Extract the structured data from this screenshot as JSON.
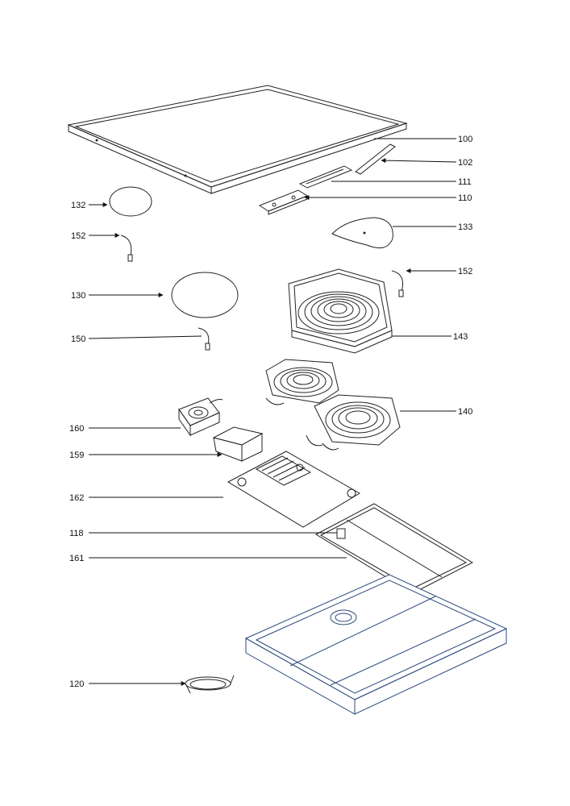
{
  "callouts": [
    {
      "id": "c100",
      "text": "100"
    },
    {
      "id": "c102",
      "text": "102"
    },
    {
      "id": "c111",
      "text": "111"
    },
    {
      "id": "c110",
      "text": "110"
    },
    {
      "id": "c133",
      "text": "133"
    },
    {
      "id": "c132",
      "text": "132"
    },
    {
      "id": "c152a",
      "text": "152"
    },
    {
      "id": "c152b",
      "text": "152"
    },
    {
      "id": "c130",
      "text": "130"
    },
    {
      "id": "c143",
      "text": "143"
    },
    {
      "id": "c150",
      "text": "150"
    },
    {
      "id": "c140",
      "text": "140"
    },
    {
      "id": "c160",
      "text": "160"
    },
    {
      "id": "c159",
      "text": "159"
    },
    {
      "id": "c162",
      "text": "162"
    },
    {
      "id": "c118",
      "text": "118"
    },
    {
      "id": "c161",
      "text": "161"
    },
    {
      "id": "c120",
      "text": "120"
    }
  ],
  "colors": {
    "line": "#222222",
    "housing": "#2b4a7a"
  }
}
